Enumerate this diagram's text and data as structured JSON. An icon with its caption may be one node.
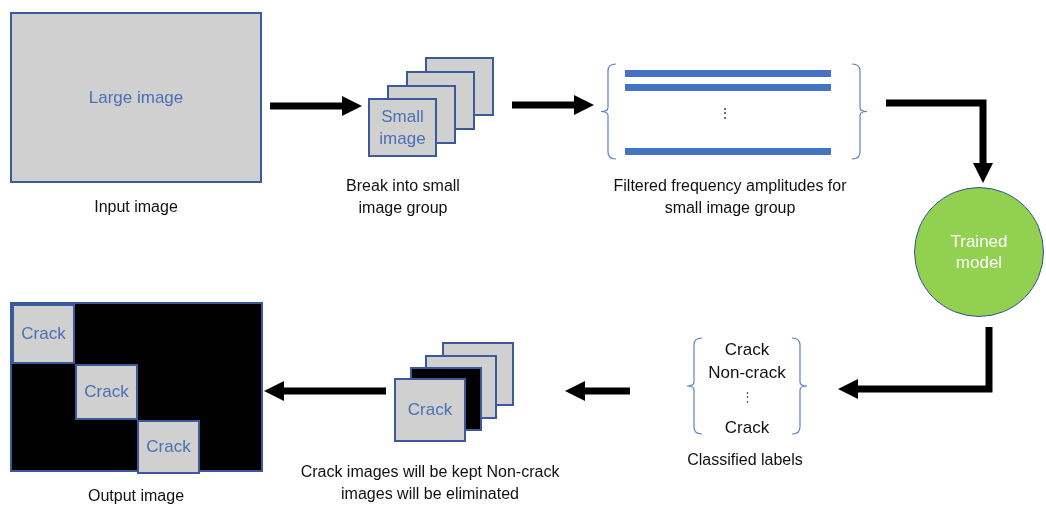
{
  "diagram": {
    "nodes": [
      {
        "text": [
          "Large image"
        ],
        "beside": [
          "Input image"
        ]
      },
      {
        "text": [
          "Small image"
        ],
        "beside": [
          "Break into small image group"
        ]
      },
      {
        "text": [
          "⋮"
        ],
        "beside": [
          "Filtered frequency amplitudes for small image group"
        ]
      },
      {
        "text": [
          "Trained model"
        ]
      },
      {
        "text": [
          "Crack",
          "Non-crack",
          "⋮",
          "Crack"
        ],
        "beside": [
          "Classified labels"
        ]
      },
      {
        "text": [
          "Crack"
        ],
        "beside": [
          "Crack images will be kept Non-crack images will be eliminated"
        ]
      },
      {
        "text": [],
        "shape": "box",
        "beside": [
          "Output image"
        ]
      },
      {
        "text": [
          "Crack"
        ],
        "in": 6
      },
      {
        "text": [
          "Crack"
        ],
        "in": 6
      },
      {
        "text": [
          "Crack"
        ],
        "in": 6
      }
    ],
    "edges": [
      {
        "from": 0,
        "to": 1,
        "arrow": "to"
      },
      {
        "from": 1,
        "to": 2,
        "arrow": "to"
      },
      {
        "from": 2,
        "to": 3,
        "arrow": "to"
      },
      {
        "from": 3,
        "to": 4,
        "arrow": "to"
      },
      {
        "from": 4,
        "to": 5,
        "arrow": "to"
      },
      {
        "from": 5,
        "to": 6,
        "arrow": "to"
      }
    ]
  }
}
